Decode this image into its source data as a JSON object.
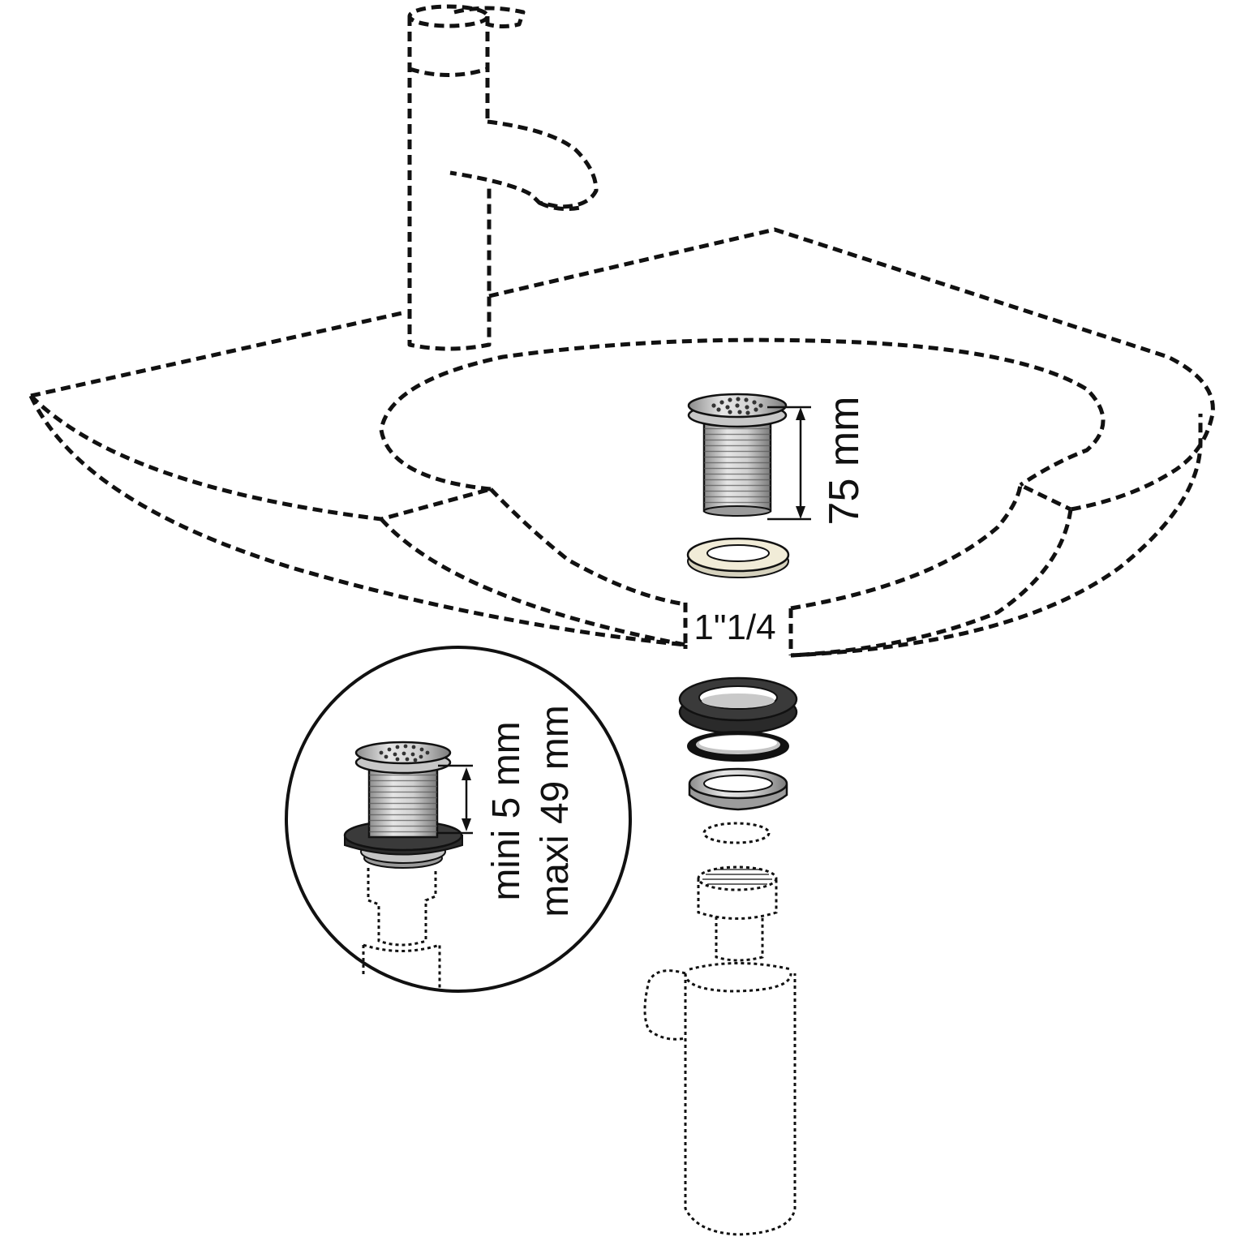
{
  "labels": {
    "height_75": "75 mm",
    "thread_size": "1\"1/4",
    "mini": "mini 5 mm",
    "maxi": "maxi 49 mm"
  },
  "colors": {
    "line": "#111111",
    "chrome": "#b8b8b8",
    "rubber": "#2a2a2a",
    "washer": "#f1ecd8"
  }
}
